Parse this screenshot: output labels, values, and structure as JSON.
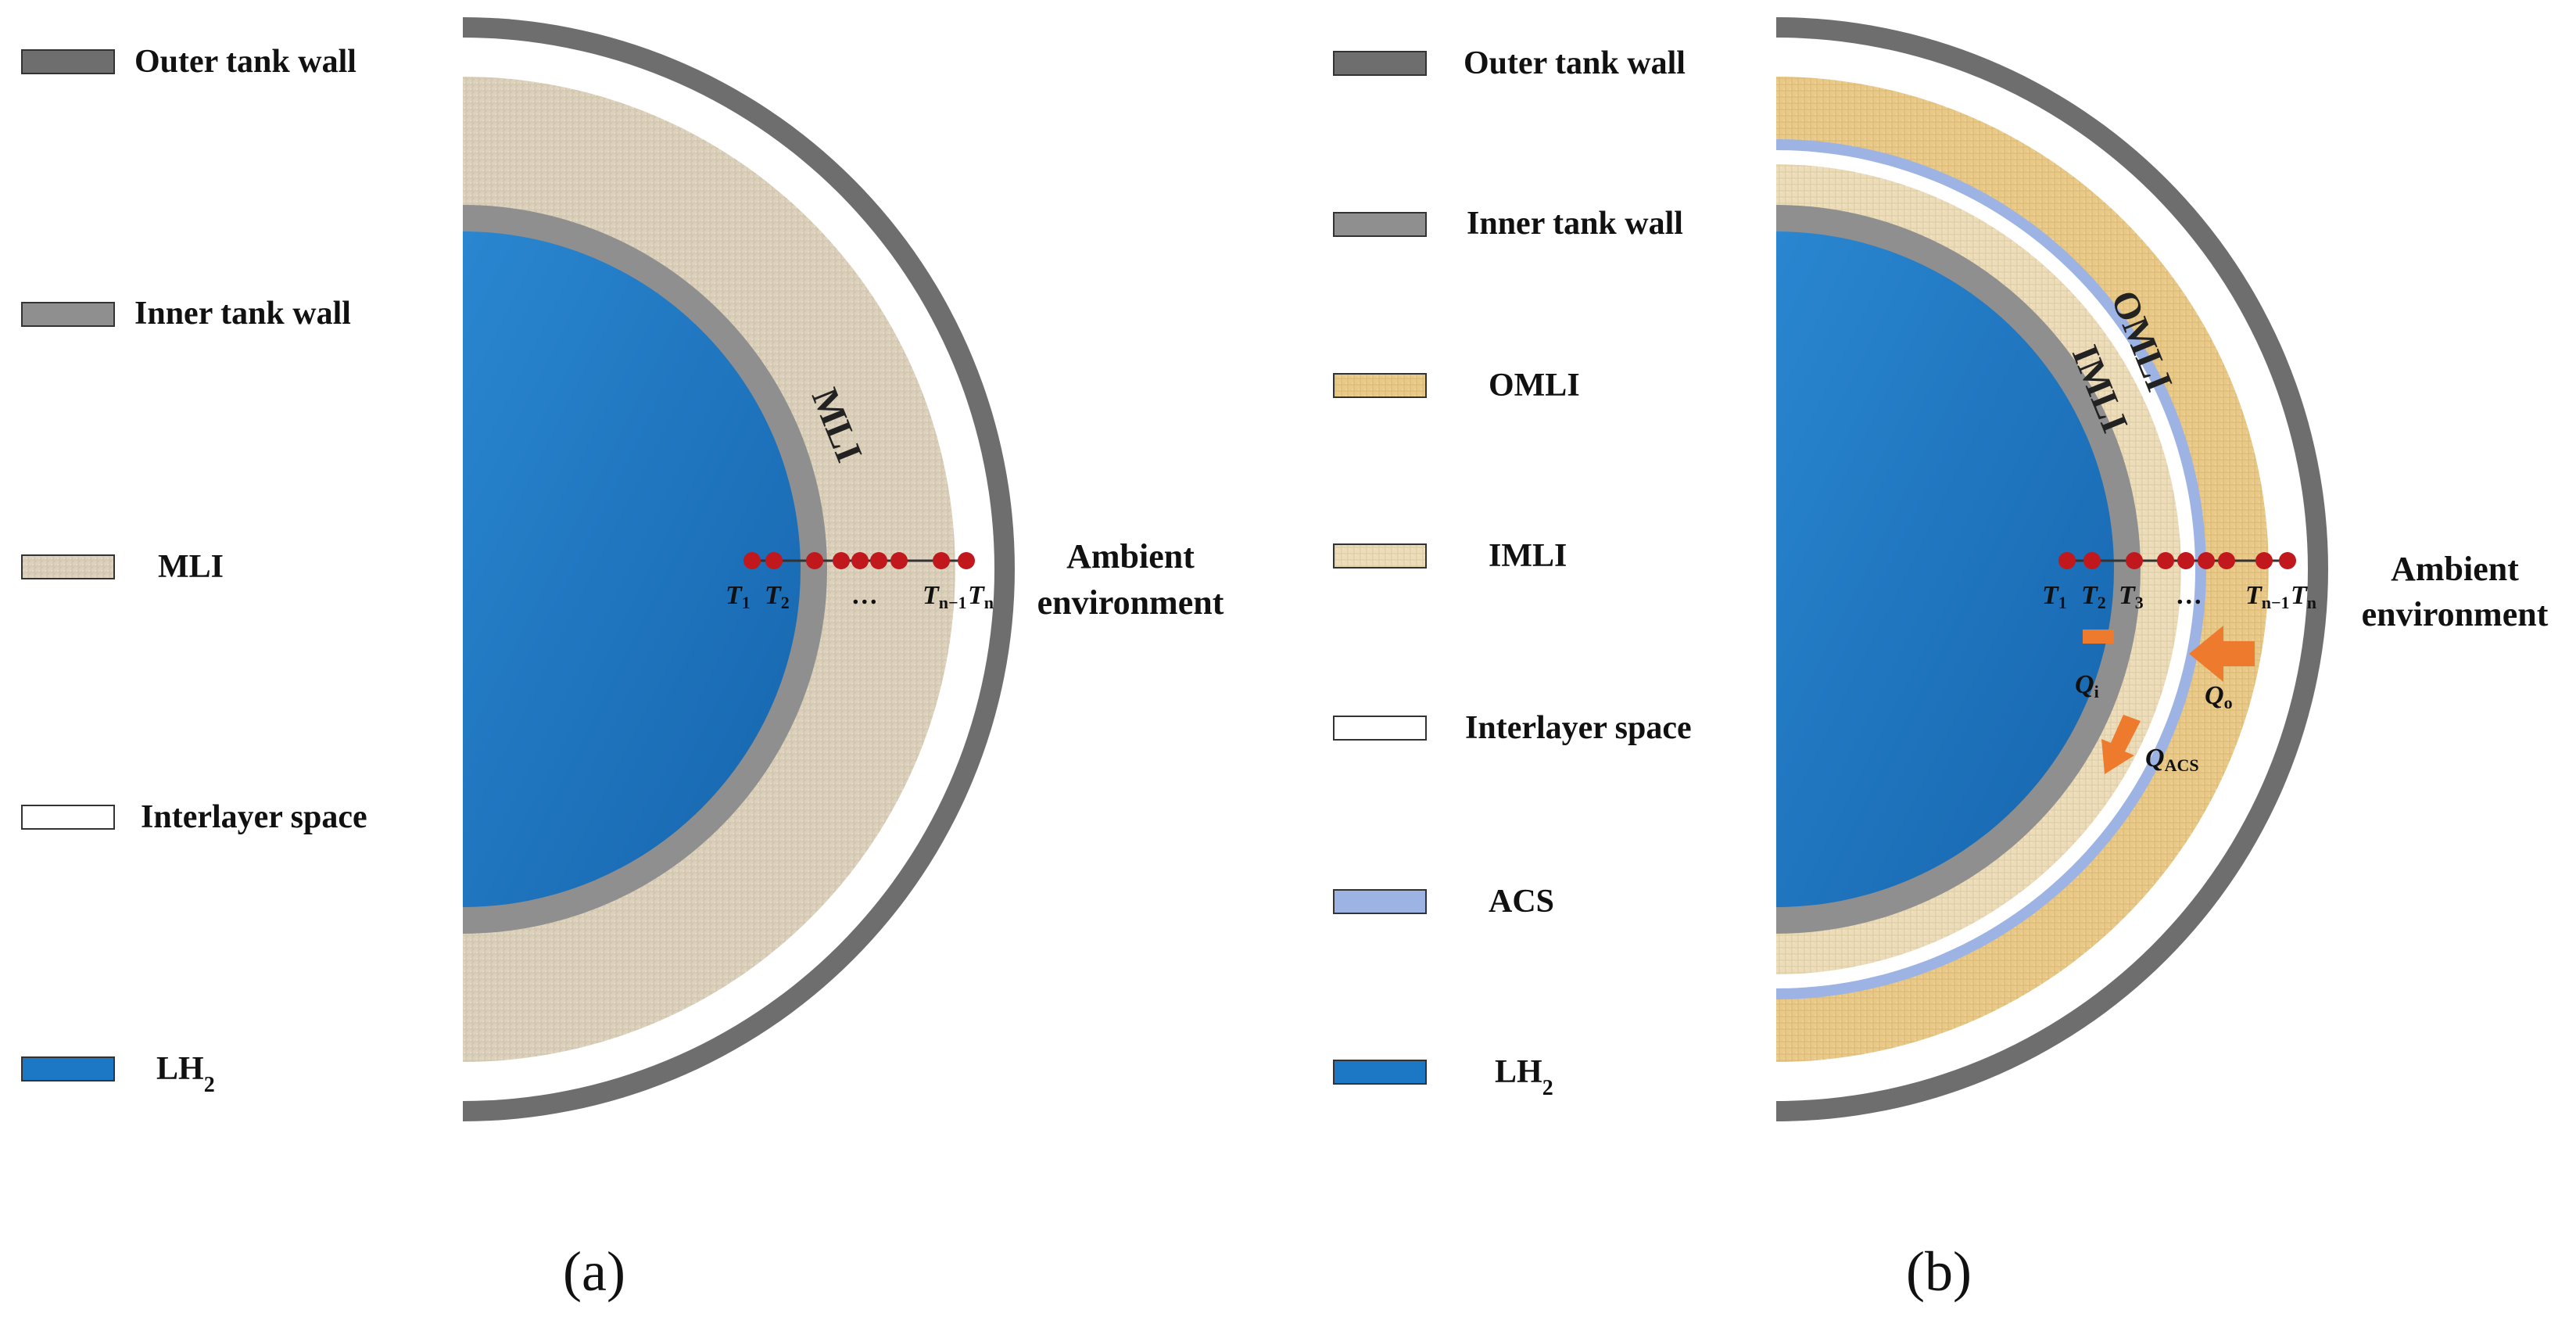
{
  "colors": {
    "outer_wall": "#6e6e6e",
    "inner_wall": "#8f8f8f",
    "mli": "#dcd2bd",
    "omli": "#e8c98a",
    "imli": "#ecdcba",
    "interlayer": "#ffffff",
    "acs": "#9db3e3",
    "lh2": "#1c78c4",
    "node": "#c0181c",
    "arrow": "#ee7a2d"
  },
  "panel_a": {
    "panel_label": "(a)",
    "legend": [
      {
        "label": "Outer tank wall",
        "swatch": "outer_wall"
      },
      {
        "label": "Inner tank wall",
        "swatch": "inner_wall"
      },
      {
        "label": "MLI",
        "swatch": "mli"
      },
      {
        "label": "Interlayer space",
        "swatch": "interlayer"
      },
      {
        "label": "LH",
        "sub": "2",
        "swatch": "lh2"
      }
    ],
    "region_label": "MLI",
    "ambient": [
      "Ambient",
      "environment"
    ],
    "nodes": {
      "t1": "T",
      "t1_sub": "1",
      "t2": "T",
      "t2_sub": "2",
      "dots": "…",
      "tn1": "T",
      "tn1_sub": "n−1",
      "tn": "T",
      "tn_sub": "n"
    }
  },
  "panel_b": {
    "panel_label": "(b)",
    "legend": [
      {
        "label": "Outer tank wall",
        "swatch": "outer_wall"
      },
      {
        "label": "Inner tank wall",
        "swatch": "inner_wall"
      },
      {
        "label": "OMLI",
        "swatch": "omli"
      },
      {
        "label": "IMLI",
        "swatch": "imli"
      },
      {
        "label": "Interlayer space",
        "swatch": "interlayer"
      },
      {
        "label": "ACS",
        "swatch": "acs"
      },
      {
        "label": "LH",
        "sub": "2",
        "swatch": "lh2"
      }
    ],
    "region_labels": {
      "omli": "OMLI",
      "imli": "IMLI"
    },
    "ambient": [
      "Ambient",
      "environment"
    ],
    "nodes": {
      "t1": "T",
      "t1_sub": "1",
      "t2": "T",
      "t2_sub": "2",
      "t3": "T",
      "t3_sub": "3",
      "dots": "…",
      "tn1": "T",
      "tn1_sub": "n−1",
      "tn": "T",
      "tn_sub": "n"
    },
    "heat_flows": {
      "qi": "Q",
      "qi_sub": "i",
      "qo": "Q",
      "qo_sub": "o",
      "qacs": "Q",
      "qacs_sub": "ACS"
    }
  }
}
